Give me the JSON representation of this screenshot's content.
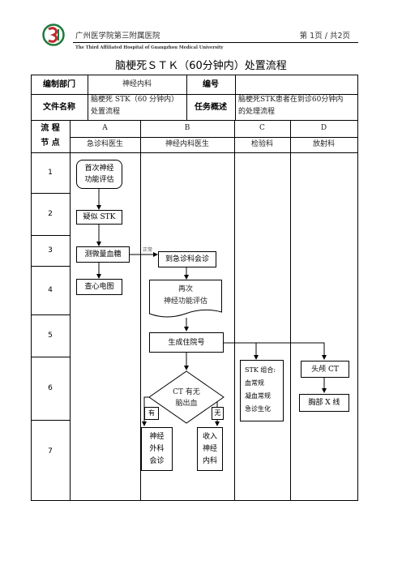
{
  "header": {
    "hospital_name": "广州医学院第三附属医院",
    "hospital_name_en": "The Third Affiliated Hospital of Guangzhou Medical University",
    "page_info": "第 1页 / 共2页"
  },
  "title": "脑梗死ＳＴＫ（60分钟内）处置流程",
  "meta": {
    "dept_label": "编制部门",
    "dept_value": "神经内科",
    "code_label": "编号",
    "code_value": "",
    "file_label": "文件名称",
    "file_value_1": "脑梗死 STK（60 分钟内）",
    "file_value_2": "处置流程",
    "summary_label": "任务概述",
    "summary_value_1": "脑梗死STK患者在到诊60分钟内",
    "summary_value_2": "的处理流程"
  },
  "columns": {
    "node_label_1": "流 程",
    "node_label_2": "节 点",
    "letters": [
      "A",
      "B",
      "C",
      "D"
    ],
    "names": [
      "急诊科医生",
      "神经内科医生",
      "检验科",
      "放射科"
    ]
  },
  "rows": [
    "1",
    "2",
    "3",
    "4",
    "5",
    "6",
    "7"
  ],
  "flow": {
    "first_eval_1": "首次神经",
    "first_eval_2": "功能评估",
    "suspect_stk": "疑似 STK",
    "glucose": "测微量血糖",
    "normal": "正常",
    "consult": "到急诊科会诊",
    "ecg": "查心电图",
    "re_eval_1": "再次",
    "re_eval_2": "神经功能评估",
    "admission": "生成住院号",
    "ct_q_1": "CT 有无",
    "ct_q_2": "脑出血",
    "yes": "有",
    "no": "无",
    "neurosurg": [
      "神经",
      "外科",
      "会诊"
    ],
    "admit_neuro": [
      "收入",
      "神经",
      "内科"
    ],
    "lab_title": "STK 组合:",
    "lab_items": [
      "血常规",
      "凝血常规",
      "急诊生化"
    ],
    "head_ct": "头颅 CT",
    "chest_x": "胸部 X 线"
  },
  "colors": {
    "logo_green": "#1e7a3c",
    "logo_red": "#c0282d",
    "line": "#000000"
  }
}
